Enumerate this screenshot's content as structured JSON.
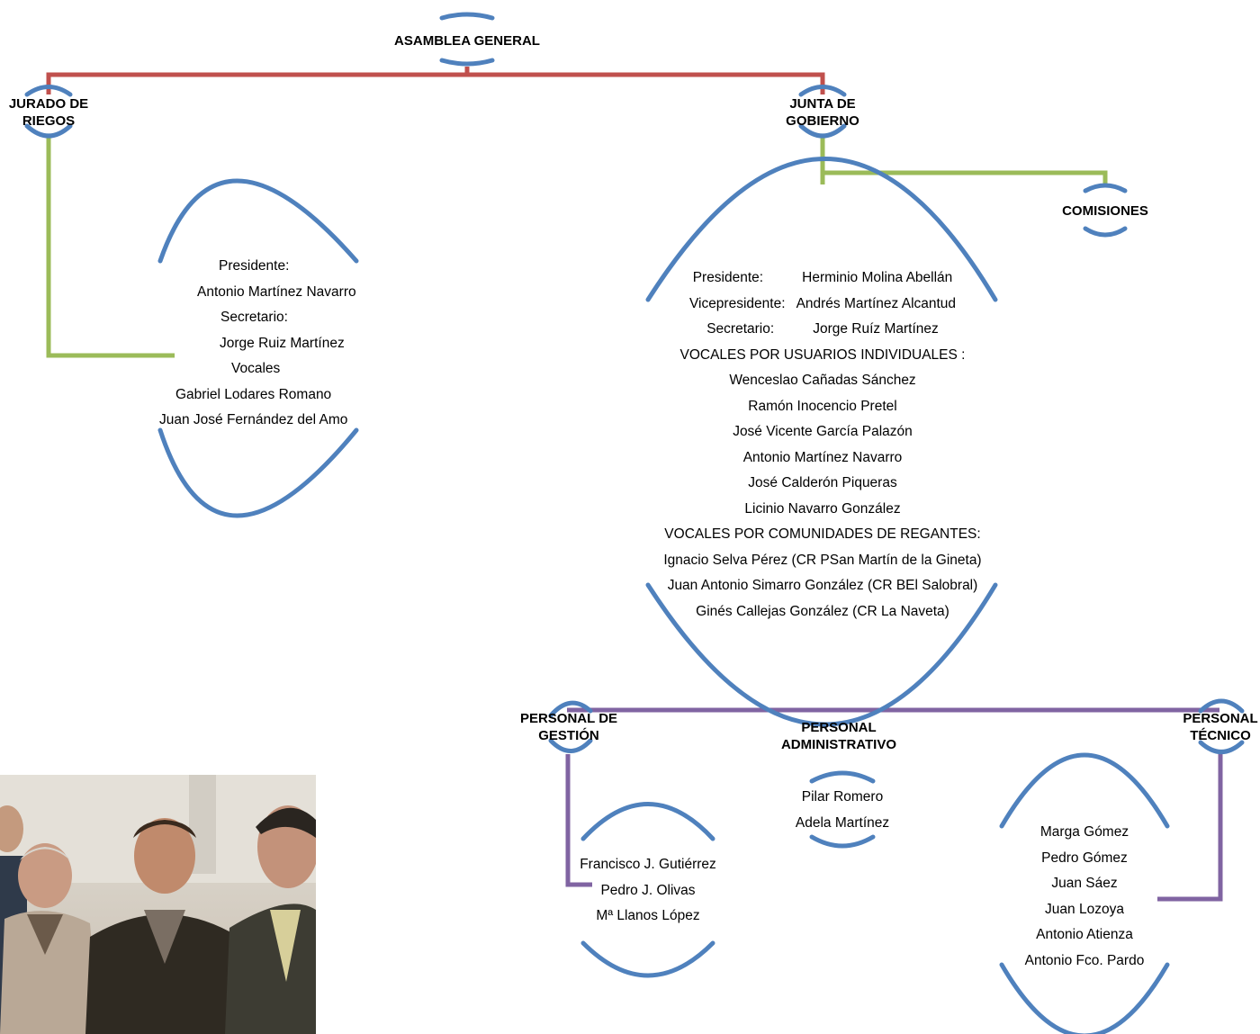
{
  "colors": {
    "arc": "#4f81bd",
    "line_top": "#c0504d",
    "line_junta": "#9bbb59",
    "line_personal": "#8064a2"
  },
  "nodes": {
    "asamblea": "ASAMBLEA GENERAL",
    "jurado": "JURADO DE\nRIEGOS",
    "junta": "JUNTA DE\nGOBIERNO",
    "comisiones": "COMISIONES",
    "gestion": "PERSONAL DE\nGESTIÓN",
    "administrativo": "PERSONAL\nADMINISTRATIVO",
    "tecnico": "PERSONAL\nTÉCNICO"
  },
  "jurado_members": [
    "Presidente:",
    "Antonio Martínez Navarro",
    "Secretario:",
    "Jorge Ruiz Martínez",
    "Vocales",
    "Gabriel Lodares Romano",
    "Juan José Fernández del Amo"
  ],
  "junta_members": [
    "Presidente:          Herminio Molina Abellán",
    "Vicepresidente:   Andrés Martínez Alcantud",
    "Secretario:          Jorge Ruíz Martínez",
    "VOCALES POR USUARIOS INDIVIDUALES :",
    "Wenceslao Cañadas Sánchez",
    "Ramón Inocencio Pretel",
    "José Vicente García Palazón",
    "Antonio Martínez Navarro",
    "José Calderón Piqueras",
    "Licinio Navarro González",
    "VOCALES POR COMUNIDADES DE REGANTES:",
    "Ignacio Selva Pérez (CR PSan Martín de la Gineta)",
    "Juan Antonio Simarro González (CR BEl Salobral)",
    "Ginés Callejas González (CR La Naveta)"
  ],
  "gestion_members": [
    "Francisco J. Gutiérrez",
    "Pedro J. Olivas",
    "Mª Llanos López"
  ],
  "administrativo_members": [
    "Pilar Romero",
    "Adela Martínez"
  ],
  "tecnico_members": [
    "Marga Gómez",
    "Pedro Gómez",
    "Juan Sáez",
    "Juan Lozoya",
    "Antonio Atienza",
    "Antonio Fco. Pardo"
  ]
}
